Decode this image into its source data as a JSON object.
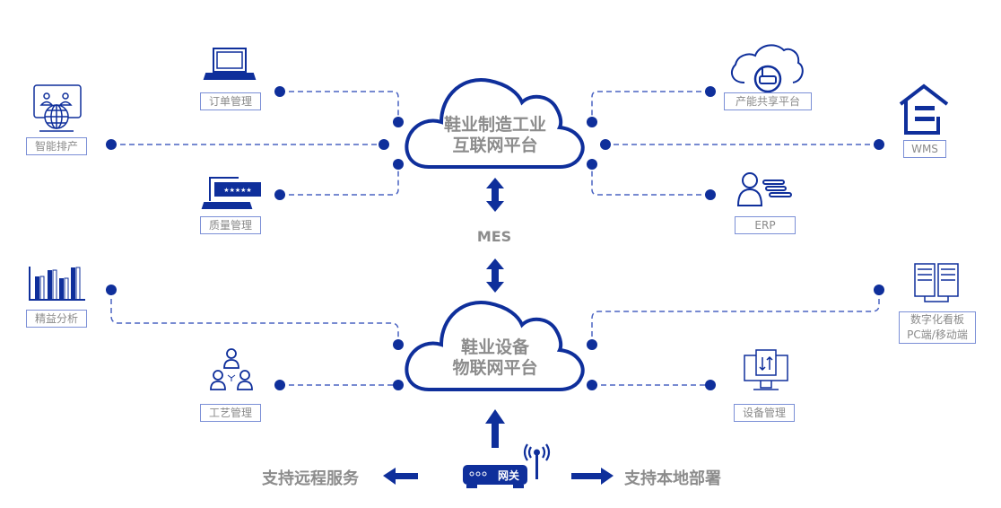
{
  "colors": {
    "primary": "#0f2f9b",
    "line": "#4a63c2",
    "label_border": "#7b8fd6",
    "text_gray": "#8c8c8c"
  },
  "top_cloud": {
    "line1": "鞋业制造工业",
    "line2": "互联网平台"
  },
  "bottom_cloud": {
    "line1": "鞋业设备",
    "line2": "物联网平台"
  },
  "mes_label": "MES",
  "gateway": {
    "label": "网关",
    "icon": "router-wifi-icon"
  },
  "remote_label": "支持远程服务",
  "local_label": "支持本地部署",
  "nodes": {
    "order": {
      "label": "订单管理",
      "icon": "laptop-icon"
    },
    "scheduling": {
      "label": "智能排产",
      "icon": "globe-users-icon"
    },
    "quality": {
      "label": "质量管理",
      "icon": "rating-laptop-icon"
    },
    "capacity": {
      "label": "产能共享平台",
      "icon": "cloud-router-icon"
    },
    "wms": {
      "label": "WMS",
      "icon": "warehouse-icon"
    },
    "erp": {
      "label": "ERP",
      "icon": "user-list-icon"
    },
    "lean": {
      "label": "精益分析",
      "icon": "bar-chart-icon"
    },
    "process": {
      "label": "工艺管理",
      "icon": "team-icon"
    },
    "dashboard": {
      "line1": "数字化看板",
      "line2": "PC端/移动端",
      "icon": "servers-icon"
    },
    "device": {
      "label": "设备管理",
      "icon": "monitor-transfer-icon"
    }
  }
}
